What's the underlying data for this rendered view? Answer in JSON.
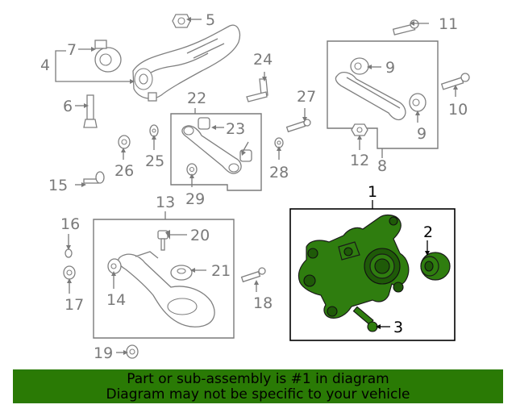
{
  "callouts": {
    "c1": "1",
    "c2": "2",
    "c3": "3",
    "c4": "4",
    "c5": "5",
    "c6": "6",
    "c7": "7",
    "c8": "8",
    "c9a": "9",
    "c9b": "9",
    "c10": "10",
    "c11": "11",
    "c12": "12",
    "c13": "13",
    "c14": "14",
    "c15": "15",
    "c16": "16",
    "c17": "17",
    "c18": "18",
    "c19": "19",
    "c20": "20",
    "c21": "21",
    "c22": "22",
    "c23": "23",
    "c24": "24",
    "c25": "25",
    "c26": "26",
    "c27": "27",
    "c28": "28",
    "c29": "29"
  },
  "banner": {
    "line1": "Part or sub-assembly is #1 in diagram",
    "line2": "Diagram may not be specific to your vehicle"
  },
  "colors": {
    "highlight": "#2f7d0f",
    "banner_bg": "#2a7a05",
    "line_gray": "#7a7a7a"
  }
}
